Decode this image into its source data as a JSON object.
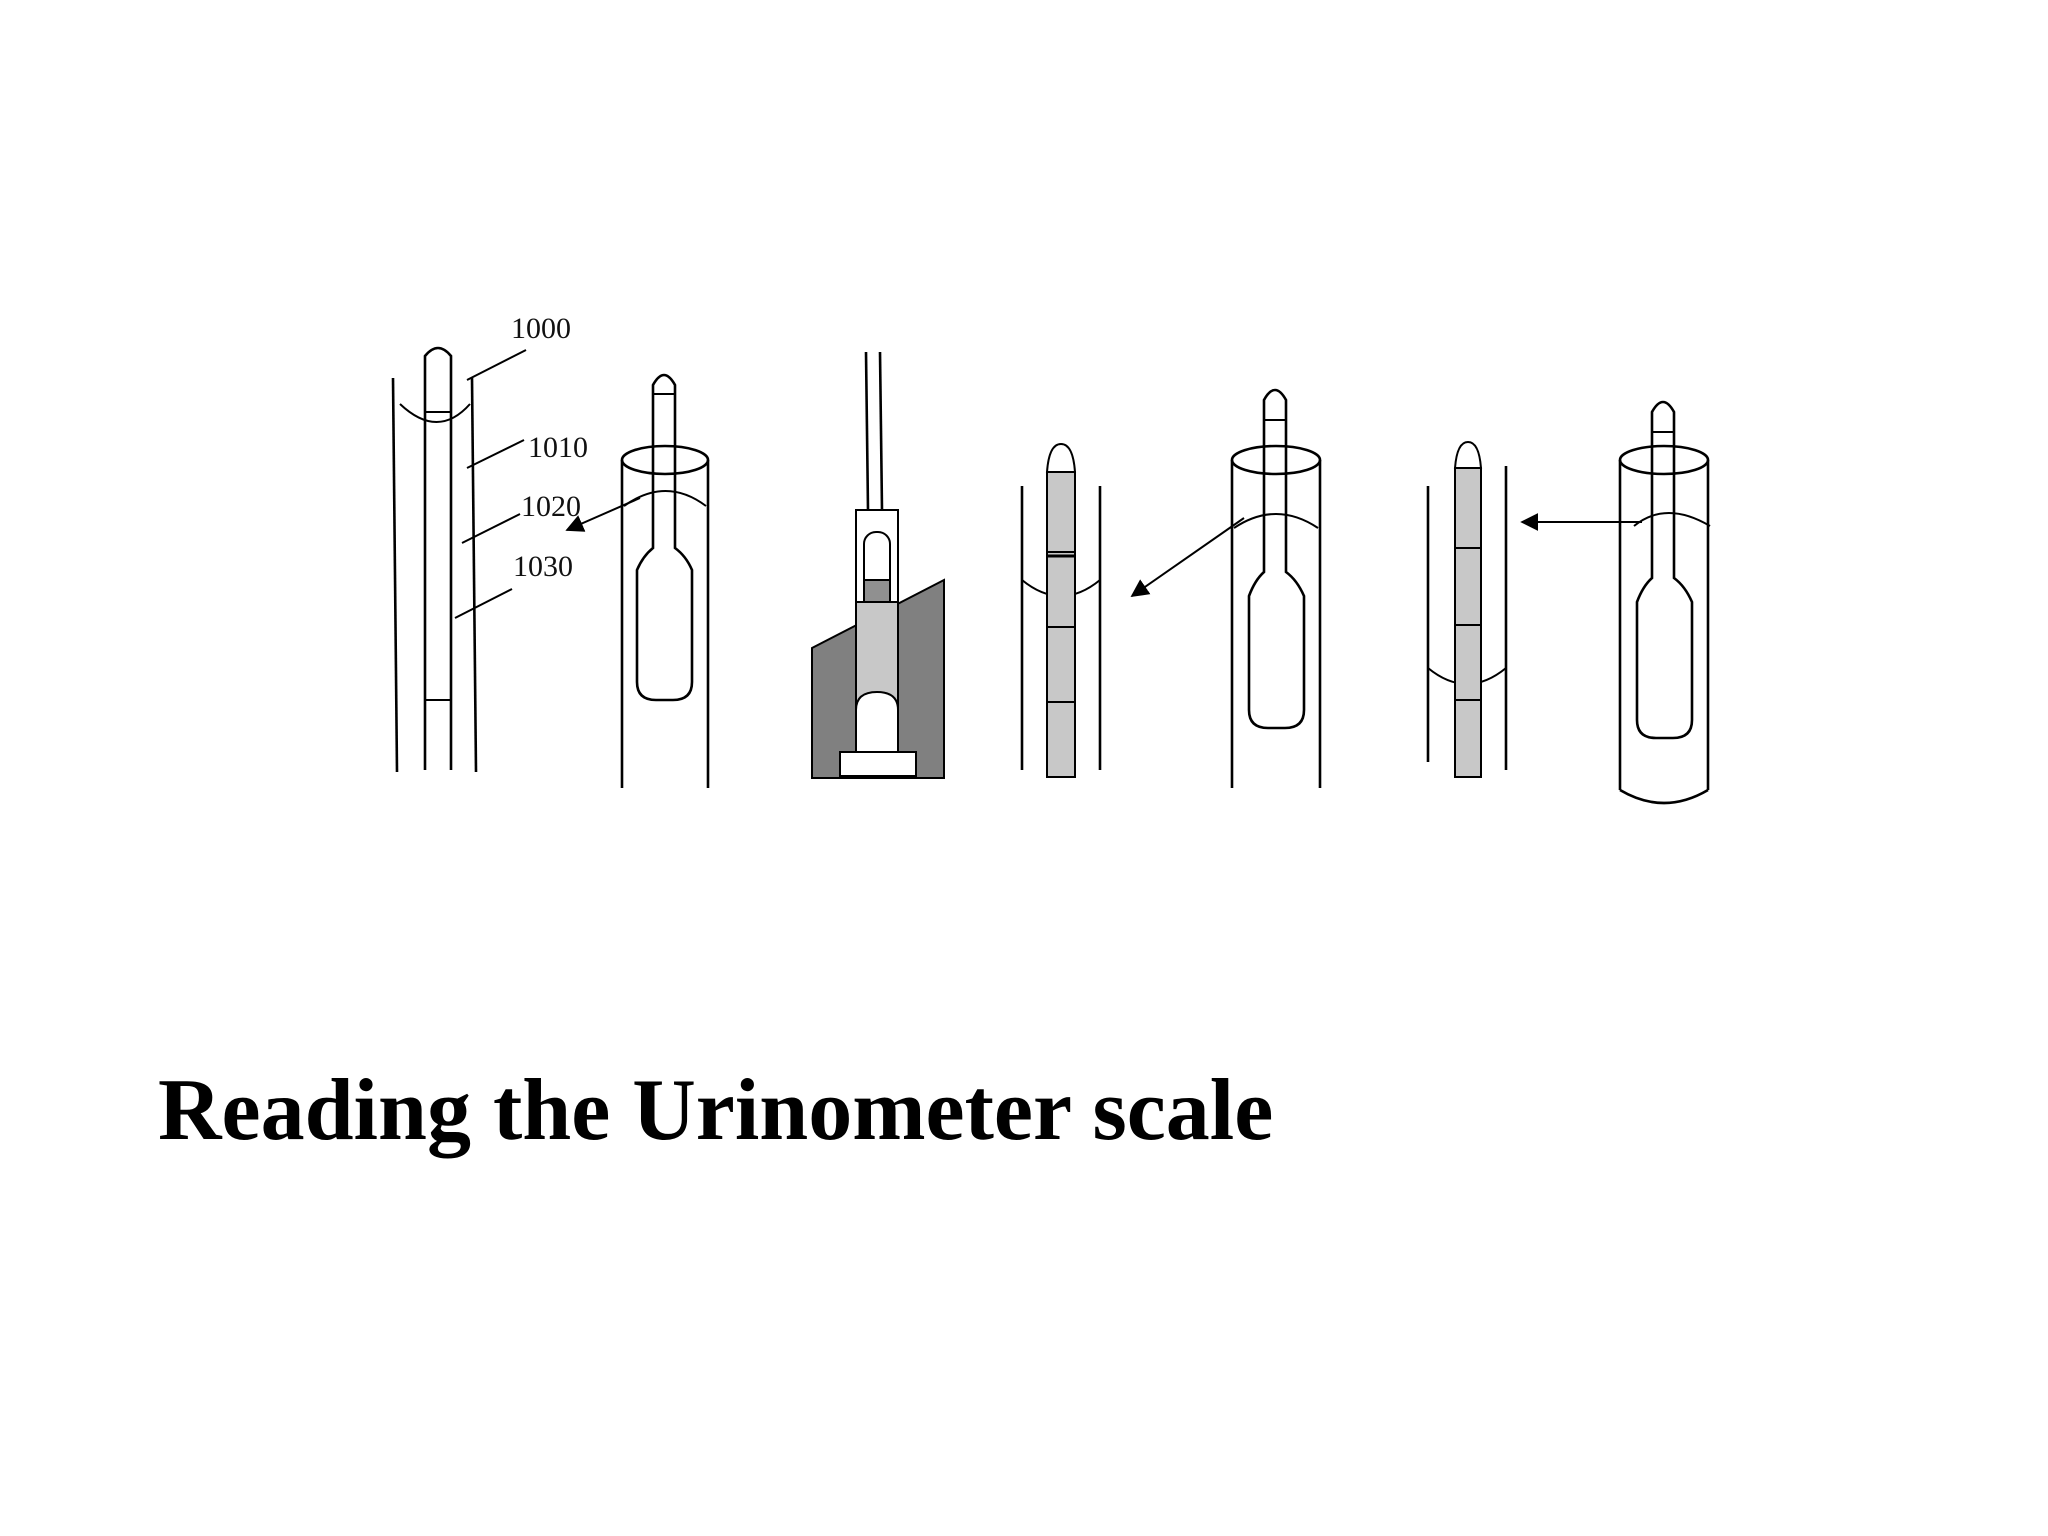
{
  "title": "Reading the Urinometer scale",
  "scale_labels": [
    "1000",
    "1010",
    "1020",
    "1030"
  ],
  "colors": {
    "line": "#000000",
    "scale_fill": "#c8c8c8",
    "stand_fill": "#808080",
    "liquid_fill": "#909090",
    "background": "#ffffff"
  }
}
